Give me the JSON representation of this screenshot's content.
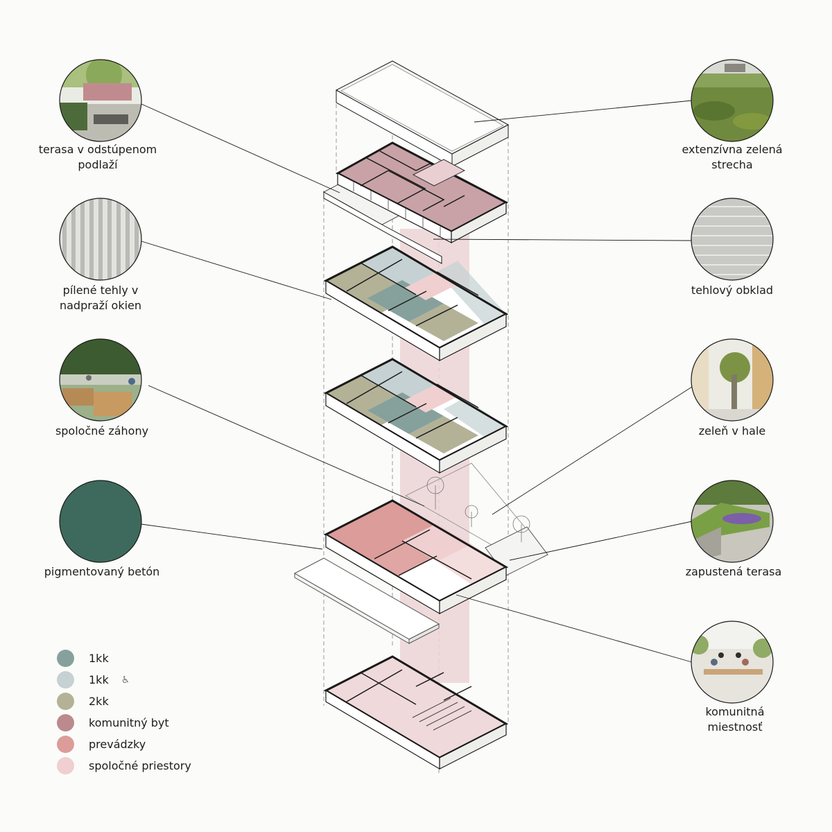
{
  "callouts": {
    "terrace_setback": [
      "terasa v odstúpenom",
      "podlaží"
    ],
    "cut_bricks": [
      "pílené tehly v",
      "nadpraží okien"
    ],
    "community_beds": [
      "spoločné záhony"
    ],
    "pigmented_concrete": [
      "pigmentovaný betón"
    ],
    "green_roof": [
      "extenzívna zelená",
      "strecha"
    ],
    "brick_cladding": [
      "tehlový obklad"
    ],
    "hall_greenery": [
      "zeleň v hale"
    ],
    "sunken_terrace": [
      "zapustená terasa"
    ],
    "community_room": [
      "komunitná",
      "miestnosť"
    ]
  },
  "legend": [
    {
      "label": "1kk",
      "color": "#86a19c",
      "accessible": false
    },
    {
      "label": "1kk",
      "color": "#c5d1d3",
      "accessible": true
    },
    {
      "label": "2kk",
      "color": "#b3b297",
      "accessible": false
    },
    {
      "label": "komunitný byt",
      "color": "#bb8a8c",
      "accessible": false
    },
    {
      "label": "prevádzky",
      "color": "#dc9c99",
      "accessible": false
    },
    {
      "label": "spoločné priestory",
      "color": "#efcfcf",
      "accessible": false
    }
  ],
  "accessible_icon": "wheelchair-icon",
  "colors": {
    "line": "#1a1a1a",
    "thin_line": "#666666",
    "core": "#ecd3d6",
    "concrete_swatch": "#3d6a5c",
    "paper": "#fbfbf9"
  }
}
